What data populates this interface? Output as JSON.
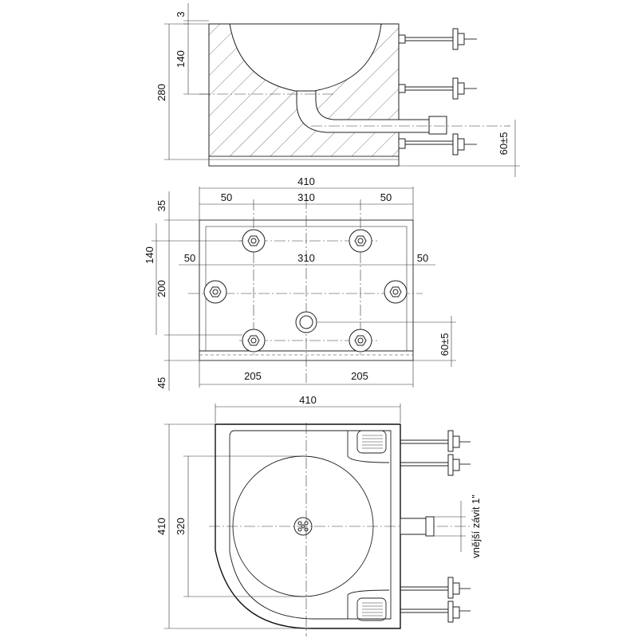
{
  "top_view": {
    "dim_top": "3",
    "dim_bowl_depth": "140",
    "dim_height": "280",
    "dim_outlet": "60±5"
  },
  "middle_view": {
    "dim_width": "410",
    "dim_left_offset": "50",
    "dim_center_span": "310",
    "dim_right_offset": "50",
    "dim_top_margin": "35",
    "dim_bolt_vertical": "140",
    "dim_height": "200",
    "dim_bottom": "45",
    "dim_mid_left": "50",
    "dim_mid_span": "310",
    "dim_mid_right": "50",
    "dim_outlet": "60±5",
    "dim_half_left": "205",
    "dim_half_right": "205"
  },
  "bottom_view": {
    "dim_width": "410",
    "dim_height": "410",
    "dim_bowl": "320",
    "thread_label": "vnější závit 1\""
  }
}
